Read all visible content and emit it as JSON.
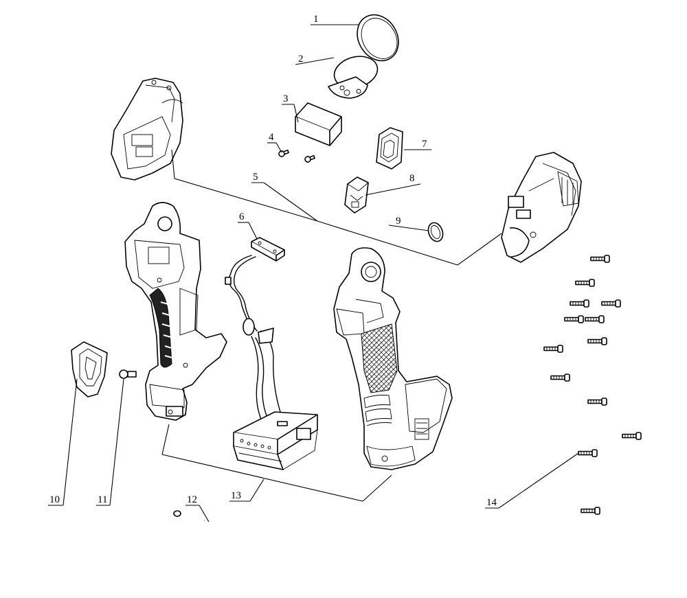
{
  "callouts": [
    {
      "id": "1",
      "label": "1"
    },
    {
      "id": "2",
      "label": "2"
    },
    {
      "id": "3",
      "label": "3"
    },
    {
      "id": "4",
      "label": "4"
    },
    {
      "id": "5",
      "label": "5"
    },
    {
      "id": "6",
      "label": "6"
    },
    {
      "id": "7",
      "label": "7"
    },
    {
      "id": "8",
      "label": "8"
    },
    {
      "id": "9",
      "label": "9"
    },
    {
      "id": "10",
      "label": "10"
    },
    {
      "id": "11",
      "label": "11"
    },
    {
      "id": "12",
      "label": "12"
    },
    {
      "id": "13",
      "label": "13"
    },
    {
      "id": "14",
      "label": "14"
    }
  ],
  "colors": {
    "line": "#000000",
    "background": "#ffffff",
    "grip": "#222222"
  }
}
